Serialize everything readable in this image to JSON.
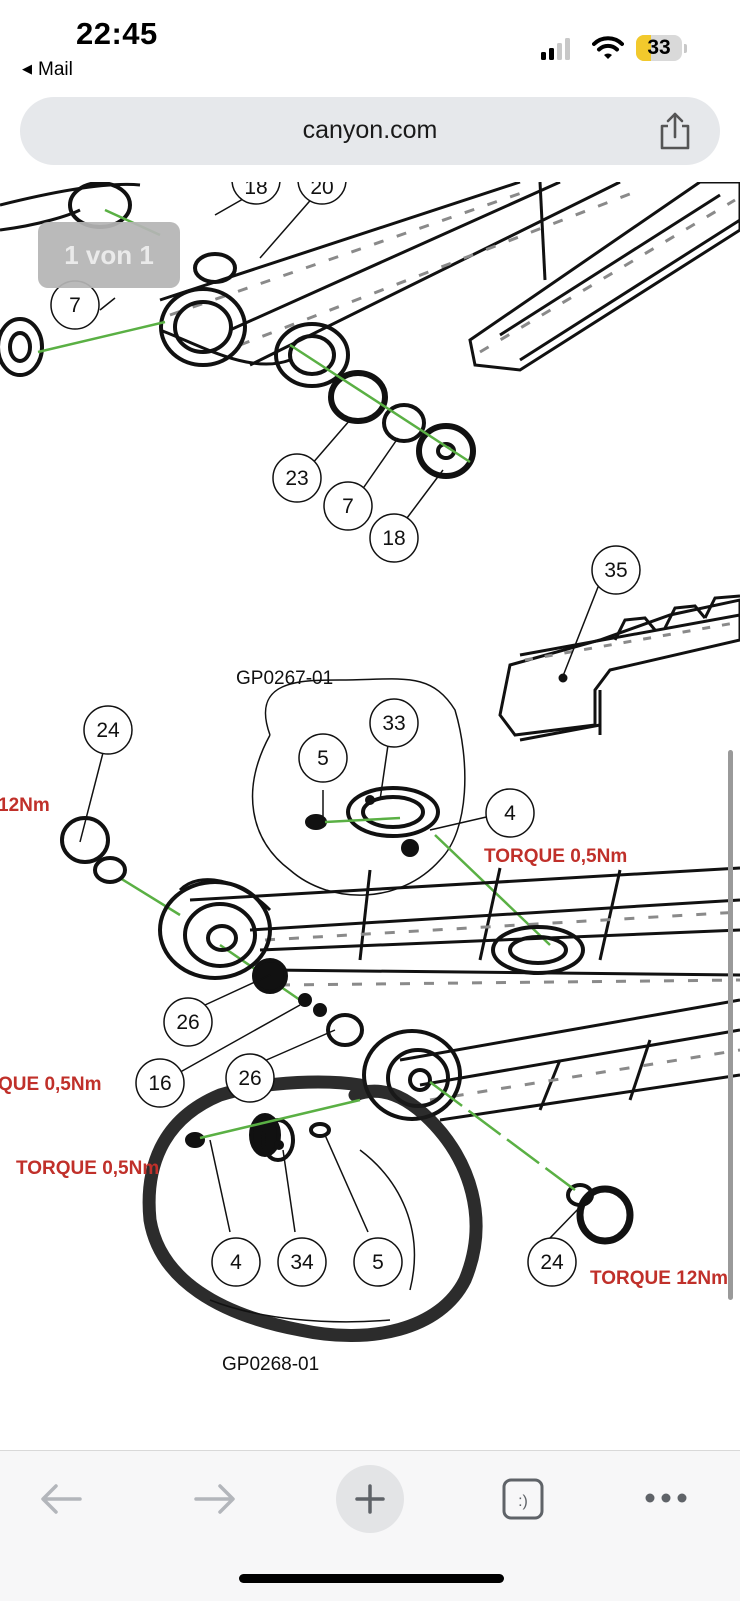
{
  "status_bar": {
    "time": "22:45",
    "back_label": "Mail",
    "battery_level": "33"
  },
  "address_bar": {
    "url": "canyon.com"
  },
  "page_indicator": "1 von 1",
  "diagram": {
    "part_numbers": [
      "18",
      "20",
      "7",
      "23",
      "7",
      "18",
      "35",
      "24",
      "5",
      "33",
      "4",
      "26",
      "16",
      "26",
      "4",
      "34",
      "5",
      "24"
    ],
    "group_labels": [
      "GP0267-01",
      "GP0268-01"
    ],
    "torque_labels": [
      "12Nm",
      "TORQUE 0,5Nm",
      "QUE 0,5Nm",
      "TORQUE 0,5Nm",
      "TORQUE 12Nm"
    ]
  },
  "toolbar": {
    "back_icon": "arrow-left-icon",
    "forward_icon": "arrow-right-icon",
    "new_tab_icon": "plus-icon",
    "tabs_icon": "tabs-icon",
    "menu_icon": "more-dots-icon"
  },
  "colors": {
    "torque_red": "#c0302a",
    "axis_green": "#5ab044",
    "drawing_gray": "#8a8a8a"
  }
}
